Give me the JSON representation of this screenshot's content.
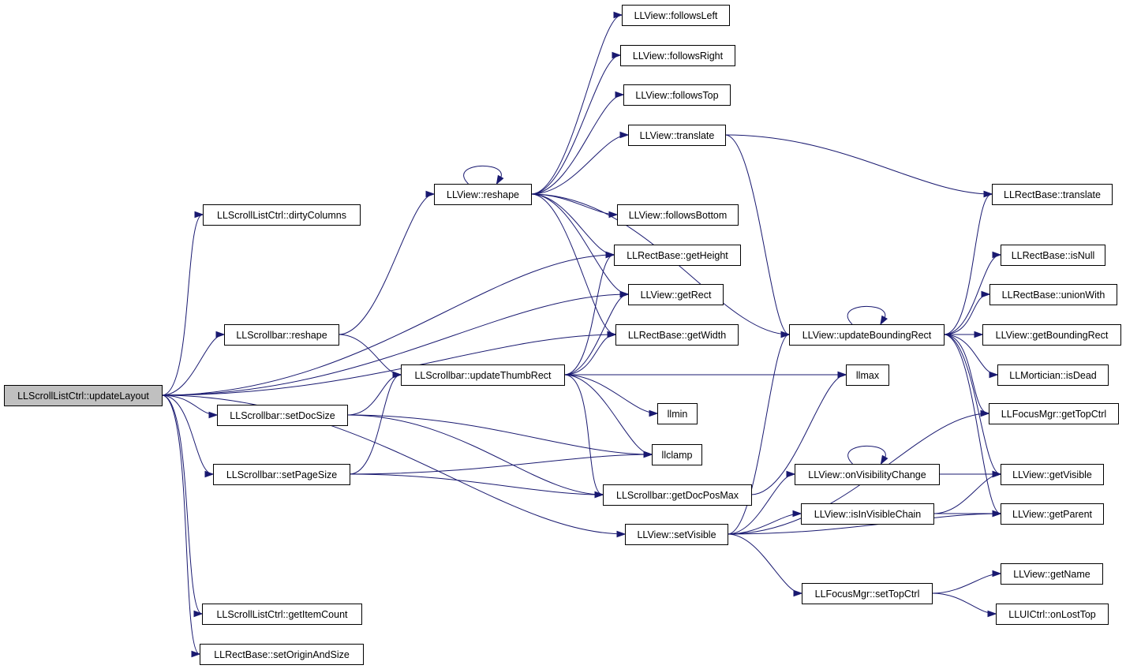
{
  "diagram": {
    "root": "LLScrollListCtrl::updateLayout",
    "nodes": [
      {
        "id": "root",
        "label": "LLScrollListCtrl::updateLayout"
      },
      {
        "id": "dirtyColumns",
        "label": "LLScrollListCtrl::dirtyColumns"
      },
      {
        "id": "sbReshape",
        "label": "LLScrollbar::reshape"
      },
      {
        "id": "setDocSize",
        "label": "LLScrollbar::setDocSize"
      },
      {
        "id": "setPageSize",
        "label": "LLScrollbar::setPageSize"
      },
      {
        "id": "getItemCount",
        "label": "LLScrollListCtrl::getItemCount"
      },
      {
        "id": "setOriginAndSize",
        "label": "LLRectBase::setOriginAndSize"
      },
      {
        "id": "viewReshape",
        "label": "LLView::reshape"
      },
      {
        "id": "updateThumbRect",
        "label": "LLScrollbar::updateThumbRect"
      },
      {
        "id": "followsLeft",
        "label": "LLView::followsLeft"
      },
      {
        "id": "followsRight",
        "label": "LLView::followsRight"
      },
      {
        "id": "followsTop",
        "label": "LLView::followsTop"
      },
      {
        "id": "viewTranslate",
        "label": "LLView::translate"
      },
      {
        "id": "followsBottom",
        "label": "LLView::followsBottom"
      },
      {
        "id": "getHeight",
        "label": "LLRectBase::getHeight"
      },
      {
        "id": "getRect",
        "label": "LLView::getRect"
      },
      {
        "id": "getWidth",
        "label": "LLRectBase::getWidth"
      },
      {
        "id": "llmin",
        "label": "llmin"
      },
      {
        "id": "llclamp",
        "label": "llclamp"
      },
      {
        "id": "getDocPosMax",
        "label": "LLScrollbar::getDocPosMax"
      },
      {
        "id": "setVisible",
        "label": "LLView::setVisible"
      },
      {
        "id": "updateBoundingRect",
        "label": "LLView::updateBoundingRect"
      },
      {
        "id": "llmax",
        "label": "llmax"
      },
      {
        "id": "onVisibilityChange",
        "label": "LLView::onVisibilityChange"
      },
      {
        "id": "isInVisibleChain",
        "label": "LLView::isInVisibleChain"
      },
      {
        "id": "setTopCtrl",
        "label": "LLFocusMgr::setTopCtrl"
      },
      {
        "id": "rectTranslate",
        "label": "LLRectBase::translate"
      },
      {
        "id": "isNull",
        "label": "LLRectBase::isNull"
      },
      {
        "id": "unionWith",
        "label": "LLRectBase::unionWith"
      },
      {
        "id": "getBoundingRect",
        "label": "LLView::getBoundingRect"
      },
      {
        "id": "isDead",
        "label": "LLMortician::isDead"
      },
      {
        "id": "getTopCtrl",
        "label": "LLFocusMgr::getTopCtrl"
      },
      {
        "id": "getVisible",
        "label": "LLView::getVisible"
      },
      {
        "id": "getParent",
        "label": "LLView::getParent"
      },
      {
        "id": "getName",
        "label": "LLView::getName"
      },
      {
        "id": "onLostTop",
        "label": "LLUICtrl::onLostTop"
      }
    ],
    "edges": [
      [
        "root",
        "dirtyColumns"
      ],
      [
        "root",
        "sbReshape"
      ],
      [
        "root",
        "setDocSize"
      ],
      [
        "root",
        "setPageSize"
      ],
      [
        "root",
        "getItemCount"
      ],
      [
        "root",
        "setOriginAndSize"
      ],
      [
        "root",
        "getHeight"
      ],
      [
        "root",
        "getRect"
      ],
      [
        "root",
        "getWidth"
      ],
      [
        "root",
        "setVisible"
      ],
      [
        "sbReshape",
        "viewReshape"
      ],
      [
        "sbReshape",
        "updateThumbRect"
      ],
      [
        "setDocSize",
        "updateThumbRect"
      ],
      [
        "setDocSize",
        "llclamp"
      ],
      [
        "setDocSize",
        "getDocPosMax"
      ],
      [
        "setPageSize",
        "updateThumbRect"
      ],
      [
        "setPageSize",
        "llclamp"
      ],
      [
        "setPageSize",
        "getDocPosMax"
      ],
      [
        "viewReshape",
        "viewReshape"
      ],
      [
        "viewReshape",
        "followsLeft"
      ],
      [
        "viewReshape",
        "followsRight"
      ],
      [
        "viewReshape",
        "followsTop"
      ],
      [
        "viewReshape",
        "viewTranslate"
      ],
      [
        "viewReshape",
        "followsBottom"
      ],
      [
        "viewReshape",
        "getHeight"
      ],
      [
        "viewReshape",
        "getRect"
      ],
      [
        "viewReshape",
        "getWidth"
      ],
      [
        "viewReshape",
        "updateBoundingRect"
      ],
      [
        "updateThumbRect",
        "getHeight"
      ],
      [
        "updateThumbRect",
        "getRect"
      ],
      [
        "updateThumbRect",
        "getWidth"
      ],
      [
        "updateThumbRect",
        "llmax"
      ],
      [
        "updateThumbRect",
        "llmin"
      ],
      [
        "updateThumbRect",
        "llclamp"
      ],
      [
        "updateThumbRect",
        "getDocPosMax"
      ],
      [
        "viewTranslate",
        "rectTranslate"
      ],
      [
        "viewTranslate",
        "updateBoundingRect"
      ],
      [
        "getDocPosMax",
        "llmax"
      ],
      [
        "setVisible",
        "updateBoundingRect"
      ],
      [
        "setVisible",
        "onVisibilityChange"
      ],
      [
        "setVisible",
        "isInVisibleChain"
      ],
      [
        "setVisible",
        "getTopCtrl"
      ],
      [
        "setVisible",
        "getParent"
      ],
      [
        "setVisible",
        "setTopCtrl"
      ],
      [
        "updateBoundingRect",
        "updateBoundingRect"
      ],
      [
        "updateBoundingRect",
        "rectTranslate"
      ],
      [
        "updateBoundingRect",
        "isNull"
      ],
      [
        "updateBoundingRect",
        "unionWith"
      ],
      [
        "updateBoundingRect",
        "getBoundingRect"
      ],
      [
        "updateBoundingRect",
        "isDead"
      ],
      [
        "updateBoundingRect",
        "getTopCtrl"
      ],
      [
        "updateBoundingRect",
        "getVisible"
      ],
      [
        "updateBoundingRect",
        "getParent"
      ],
      [
        "onVisibilityChange",
        "onVisibilityChange"
      ],
      [
        "onVisibilityChange",
        "getVisible"
      ],
      [
        "isInVisibleChain",
        "getVisible"
      ],
      [
        "isInVisibleChain",
        "getParent"
      ],
      [
        "setTopCtrl",
        "getName"
      ],
      [
        "setTopCtrl",
        "onLostTop"
      ]
    ]
  }
}
